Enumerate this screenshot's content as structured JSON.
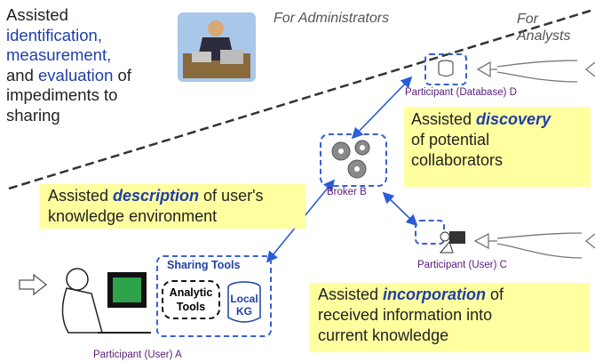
{
  "admin_panel": {
    "line1": "Assisted",
    "line2": "identification,",
    "line3": "measurement,",
    "line4a": "and",
    "line4b": "evaluation",
    "line4c": "of",
    "line5": "impediments to",
    "line6": "sharing"
  },
  "roles": {
    "administrators": "For Administrators",
    "analysts_1": "For",
    "analysts_2": "Analysts"
  },
  "nodes": {
    "database": "Participant (Database) D",
    "broker": "Broker B",
    "user_c": "Participant (User) C",
    "user_a": "Participant (User) A",
    "sharing_tools": "Sharing Tools",
    "analytic_1": "Analytic",
    "analytic_2": "Tools",
    "local_kg_1": "Local",
    "local_kg_2": "KG"
  },
  "callouts": {
    "discovery": {
      "pre": "Assisted ",
      "key": "discovery",
      "rest1": "of potential",
      "rest2": "collaborators"
    },
    "description": {
      "pre": "Assisted ",
      "key": "description",
      "post": " of user's",
      "rest": "knowledge environment"
    },
    "incorporation": {
      "pre": "Assisted ",
      "key": "incorporation",
      "post": " of",
      "rest1": "received information into",
      "rest2": "current knowledge"
    }
  },
  "colors": {
    "callout_bg": "#ffffa0",
    "accent_blue": "#1f3ea8",
    "label_purple": "#5a1a7a"
  }
}
